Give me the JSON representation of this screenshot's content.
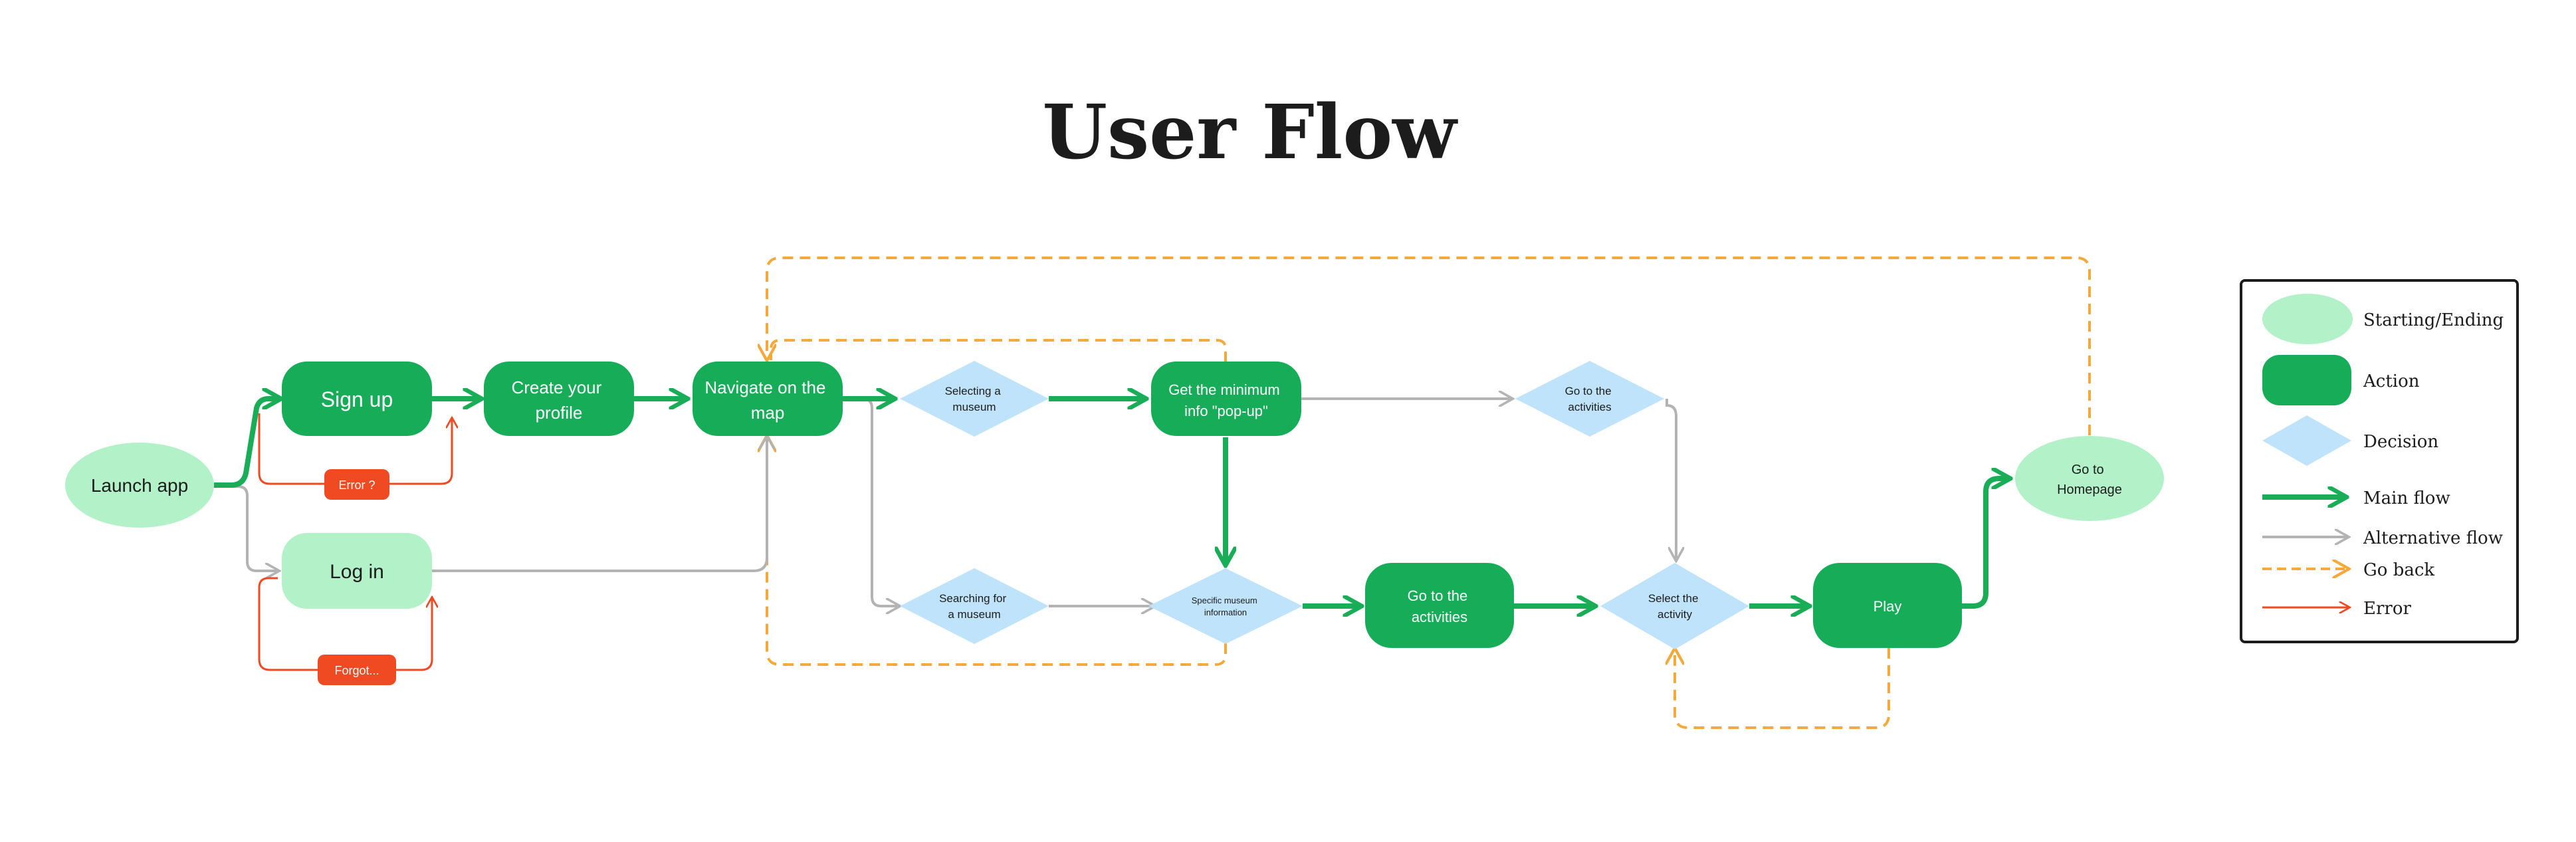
{
  "title": "User Flow",
  "colors": {
    "start_end": "#b3f2c9",
    "action": "#17ad58",
    "decision": "#bfe3fa",
    "error": "#f04a23",
    "main_flow": "#1aad58",
    "alt_flow": "#b3b3b3",
    "go_back": "#f5a93a",
    "error_flow": "#f04a23"
  },
  "nodes": {
    "launch_app": "Launch app",
    "sign_up": "Sign up",
    "log_in": "Log in",
    "error": "Error ?",
    "forgot": "Forgot...",
    "create_profile": [
      "Create your",
      "profile"
    ],
    "navigate_map": [
      "Navigate on the",
      "map"
    ],
    "selecting_museum": [
      "Selecting a",
      "museum"
    ],
    "searching_museum": [
      "Searching for",
      "a museum"
    ],
    "min_info": [
      "Get the minimum",
      "info \"pop-up\""
    ],
    "specific_info": [
      "Specific museum",
      "information"
    ],
    "go_activities_decision": [
      "Go to the",
      "activities"
    ],
    "go_activities_action": [
      "Go to the",
      "activities"
    ],
    "select_activity": [
      "Select the",
      "activity"
    ],
    "play": "Play",
    "go_homepage": [
      "Go to",
      "Homepage"
    ]
  },
  "legend": {
    "starting_ending": "Starting/Ending",
    "action": "Action",
    "decision": "Decision",
    "main_flow": "Main flow",
    "alternative_flow": "Alternative flow",
    "go_back": "Go back",
    "error": "Error"
  }
}
